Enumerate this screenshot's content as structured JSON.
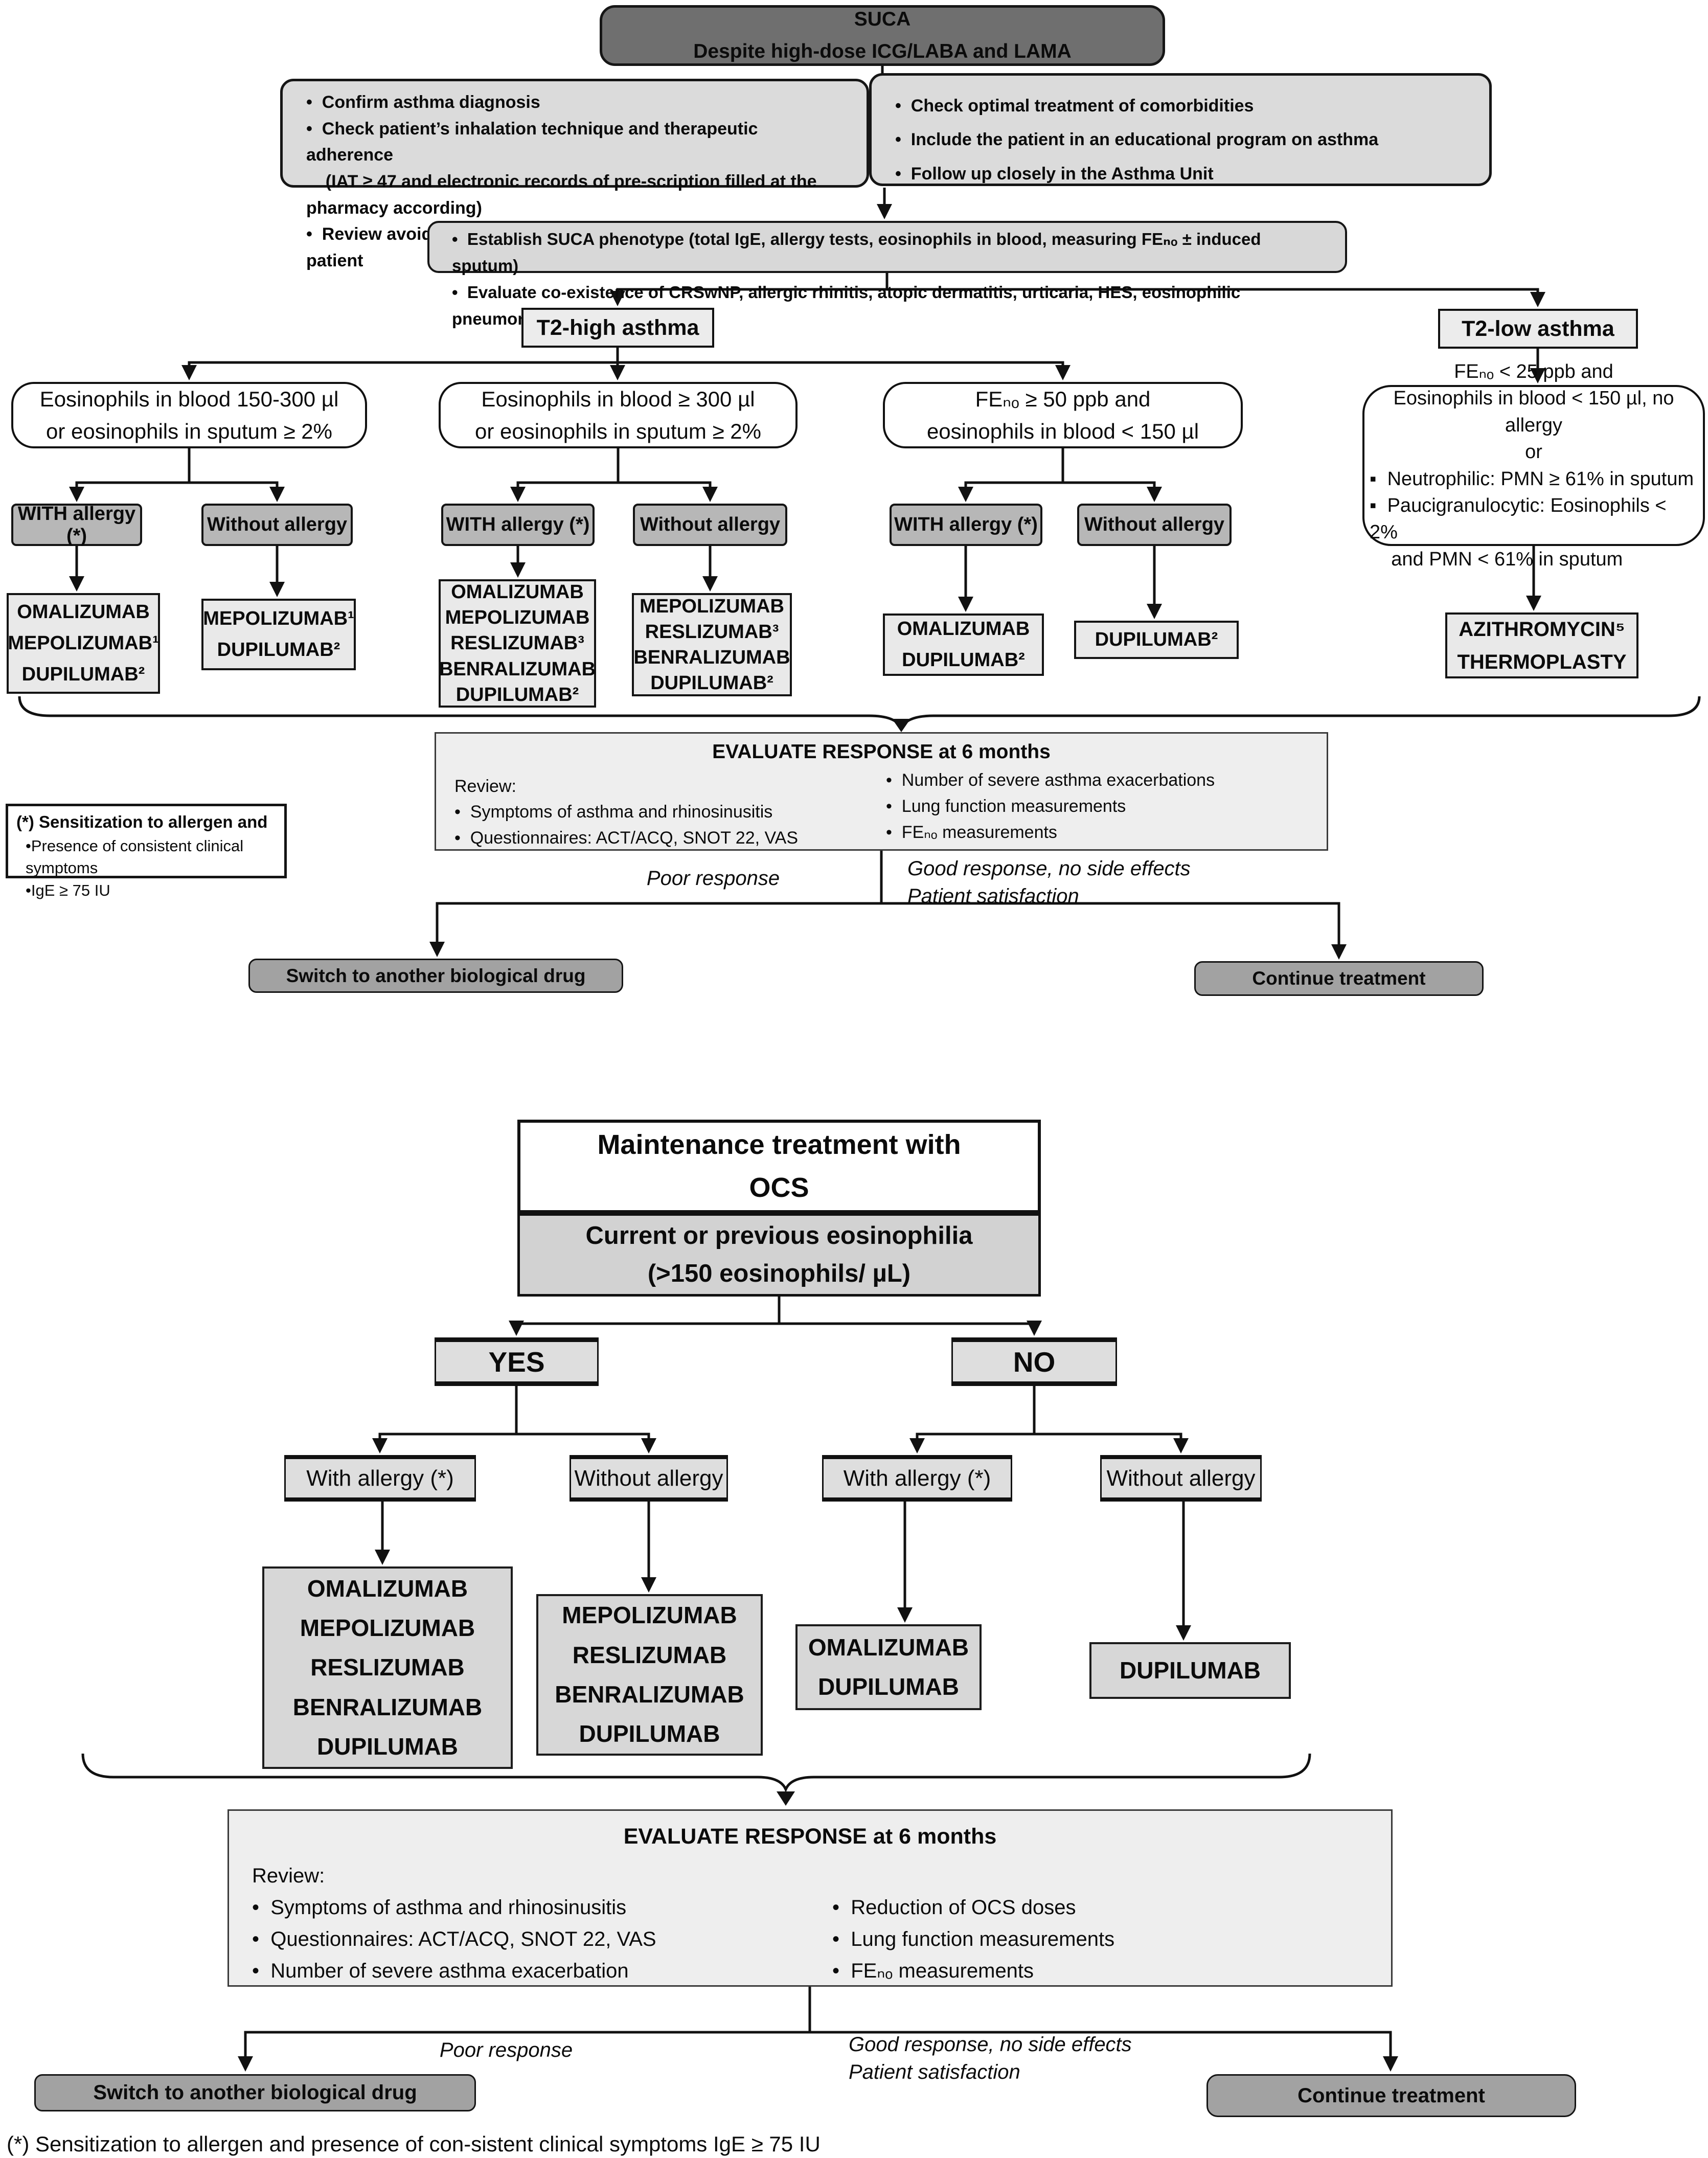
{
  "top": {
    "suca_title": "SUCA\nDespite high-dose ICG/LABA and LAMA",
    "checklist_left": [
      "•  Confirm asthma diagnosis",
      "•  Check patient’s inhalation technique and therapeutic adherence",
      "    (IAT ≥ 47 and electronic records of pre-scription filled at the pharmacy according)",
      "•  Review avoidance of aggravating/precipitating factors with patient"
    ],
    "checklist_right": [
      "•  Check optimal treatment of comorbidities",
      "•  Include the patient in an educational program on asthma",
      "•  Follow up closely in the Asthma Unit"
    ],
    "establish": [
      "•  Establish SUCA phenotype (total IgE, allergy tests, eosinophils in blood, measuring FEₙₒ ± induced sputum)",
      "•  Evaluate co-existence of CRSwNP, allergic rhinitis, atopic dermatitis, urticaria, HES, eosinophilic pneumonia, EGPA"
    ],
    "t2_high": "T2-high asthma",
    "t2_low": "T2-low asthma",
    "eos_150_300": "Eosinophils in blood 150-300 µl\nor eosinophils in sputum ≥ 2%",
    "eos_300": "Eosinophils in blood ≥ 300 µl\nor eosinophils in sputum ≥ 2%",
    "feno_50": "FEₙₒ ≥ 50 ppb and\neosinophils in blood < 150 µl",
    "t2low_top": "FEₙₒ < 25 ppb and\nEosinophils in blood < 150 µl, no allergy\nor",
    "t2low_bullets": [
      "▪  Neutrophilic: PMN ≥ 61% in sputum",
      "▪  Paucigranulocytic: Eosinophils < 2%",
      "    and PMN < 61% in sputum"
    ],
    "with_allergy": "WITH allergy (*)",
    "without_allergy": "Without allergy",
    "drugs_col1": "OMALIZUMAB\nMEPOLIZUMAB¹\nDUPILUMAB²",
    "drugs_col2": "MEPOLIZUMAB¹\nDUPILUMAB²",
    "drugs_col3": "OMALIZUMAB\nMEPOLIZUMAB\nRESLIZUMAB³\nBENRALIZUMAB\nDUPILUMAB²",
    "drugs_col4": "MEPOLIZUMAB\nRESLIZUMAB³\nBENRALIZUMAB\nDUPILUMAB²",
    "drugs_col5": "OMALIZUMAB\nDUPILUMAB²",
    "drugs_col6": "DUPILUMAB²",
    "t2low_drugs": "AZITHROMYCIN⁵\nTHERMOPLASTY",
    "evaluate": {
      "title": "EVALUATE RESPONSE at 6 months",
      "review_label": "Review:",
      "left_items": [
        "•  Symptoms of asthma and rhinosinusitis",
        "•  Questionnaires: ACT/ACQ, SNOT 22, VAS"
      ],
      "right_items": [
        "•  Number of severe asthma exacerbations",
        "•  Lung function measurements",
        "•  FEₙₒ measurements"
      ]
    },
    "note_title": "(*) Sensitization to allergen and",
    "note_items": [
      "•Presence of consistent clinical symptoms",
      "•IgE ≥ 75 IU"
    ],
    "poor_response": "Poor response",
    "good_response": "Good response, no side effects\nPatient satisfaction",
    "switch_label": "Switch to another biological drug",
    "continue_label": "Continue treatment"
  },
  "bottom": {
    "maintenance": "Maintenance treatment with\nOCS",
    "eosinophilia": "Current or previous eosinophilia\n(>150 eosinophils/ µL)",
    "yes": "YES",
    "no": "NO",
    "with_allergy": "With allergy (*)",
    "without_allergy": "Without allergy",
    "drugs_yes_allergy": "OMALIZUMAB\nMEPOLIZUMAB\nRESLIZUMAB\nBENRALIZUMAB\nDUPILUMAB",
    "drugs_yes_noallergy": "MEPOLIZUMAB\nRESLIZUMAB\nBENRALIZUMAB\nDUPILUMAB",
    "drugs_no_allergy": "OMALIZUMAB\nDUPILUMAB",
    "drugs_no_noallergy": "DUPILUMAB",
    "evaluate": {
      "title": "EVALUATE RESPONSE at 6 months",
      "review_label": "Review:",
      "left_items": [
        "•  Symptoms of asthma and rhinosinusitis",
        "•  Questionnaires: ACT/ACQ, SNOT 22, VAS",
        "•  Number of severe asthma exacerbation"
      ],
      "right_items": [
        "•  Reduction of OCS doses",
        "•  Lung function measurements",
        "•  FEₙₒ measurements"
      ]
    },
    "poor_response": "Poor response",
    "good_response": "Good response, no side effects\nPatient satisfaction",
    "switch_label": "Switch to another biological drug",
    "continue_label": "Continue treatment"
  },
  "footnote": "(*) Sensitization to allergen and presence of con-sistent clinical symptoms IgE ≥ 75 IU"
}
